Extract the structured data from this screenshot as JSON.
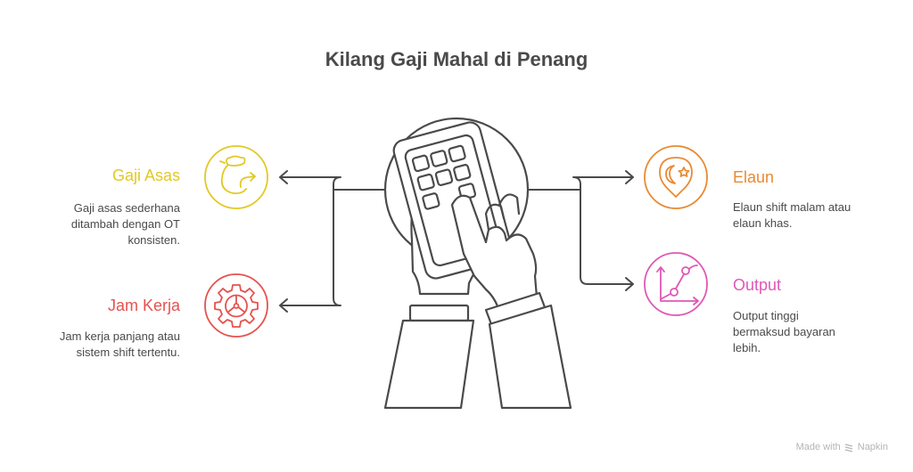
{
  "title": "Kilang Gaji Mahal di Penang",
  "colors": {
    "gaji_asas": "#e2c924",
    "jam_kerja": "#e5524f",
    "elaun": "#e98a33",
    "output": "#df58b5",
    "stroke": "#4a4a4a",
    "text": "#4a4a4a"
  },
  "items": {
    "gaji_asas": {
      "label": "Gaji Asas",
      "desc": [
        "Gaji asas sederhana",
        "ditambah dengan OT",
        "konsisten."
      ],
      "icon": "money-bag-icon"
    },
    "jam_kerja": {
      "label": "Jam Kerja",
      "desc": [
        "Jam kerja panjang atau",
        "sistem shift tertentu."
      ],
      "icon": "gear-icon"
    },
    "elaun": {
      "label": "Elaun",
      "desc": [
        "Elaun shift malam atau",
        "elaun khas."
      ],
      "icon": "night-location-pin-icon"
    },
    "output": {
      "label": "Output",
      "desc": [
        "Output tinggi",
        "bermaksud bayaran",
        "lebih."
      ],
      "icon": "line-chart-icon"
    }
  },
  "center_icon": "hands-calculator-icon",
  "footer": {
    "made_with": "Made with",
    "brand": "Napkin"
  }
}
